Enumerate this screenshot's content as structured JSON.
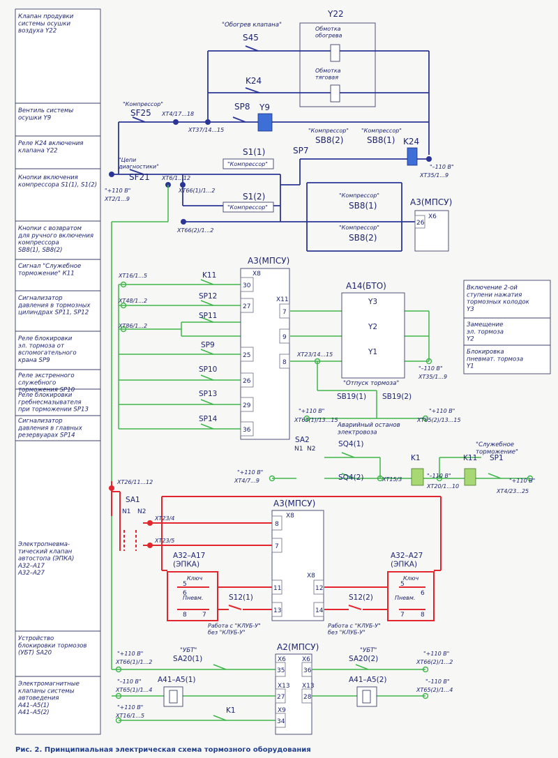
{
  "left_column": {
    "r0": "Клапан продувки\nсистемы осушки\nвоздуха Y22",
    "r1": "Вентиль системы\nосушки Y9",
    "r2": "Реле К24 включения\nклапана Y22",
    "r3": "Кнопки включения\nкомпрессора S1(1), S1(2)",
    "r4": "Кнопки с возвратом\nдля ручного включения\nкомпрессора\nSB8(1), SB8(2)",
    "r5": "Сигнал \"Служебное\nторможение\" К11",
    "r6": "Сигнализатор\nдавления в тормозных\nцилиндрах SP11, SP12",
    "r7": "Реле блокировки\nэл. тормоза от\nвспомогательного\nкрана SP9",
    "r8": "Реле экстренного\nслужебного\nторможения SP10",
    "r9": "Реле блокировки\nгребнесмазывателя\nпри торможении SP13",
    "r10": "Сигнализатор\nдавления в главных\nрезервуарах SP14",
    "r11": "Электропневма-\nтический клапан\nавтостопа (ЭПКА)\nА32–А17\nА32–А27",
    "r12": "Устройство\nблокировки тормозов\n(УБТ) SA20",
    "r13": "Электромагнитные\nклапаны системы\nавтоведения\nА41–А5(1)\nА41–А5(2)"
  },
  "right_legend": {
    "r0": "Включение 2-ой\nступени нажатия\nтормозных колодок\nY3",
    "r1": "Замещение\nэл. тормоза\nY2",
    "r2": "Блокировка\nпневмат. тормоза\nY1"
  },
  "q": {
    "obogrev": "\"Обогрев клапана\"",
    "kompressor": "\"Компрессор\"",
    "cepi": "\"Цепи\nдиагностики\"",
    "otpusk": "\"Отпуск тормоза\"",
    "sluzhebnoe": "\"Служебное\nторможение\"",
    "ubt": "\"УБТ\"",
    "klyuch": "Ключ",
    "pnevm": "Пневм.",
    "avar": "Аварийный останов\nэлектровоза",
    "rabota": "Работа с \"КЛУБ-У\"\nбез \"КЛУБ-У\""
  },
  "d": {
    "Y22": "Y22",
    "obm_obogr": "Обмотка\nобогрева",
    "obm_tyag": "Обмотка\nтяговая",
    "S45": "S45",
    "K24": "K24",
    "SP8": "SP8",
    "Y9": "Y9",
    "SF25": "SF25",
    "SF21": "SF21",
    "S1_1": "S1(1)",
    "S1_2": "S1(2)",
    "SP7": "SP7",
    "SB8_2": "SB8(2)",
    "SB8_1": "SB8(1)",
    "A3": "А3(МПСУ)",
    "A14": "А14(БТО)",
    "K11": "K11",
    "SP12": "SP12",
    "SP11": "SP11",
    "SP9": "SP9",
    "SP10": "SP10",
    "SP13": "SP13",
    "SP14": "SP14",
    "Y3": "Y3",
    "Y2": "Y2",
    "Y1": "Y1",
    "SB19_1": "SB19(1)",
    "SB19_2": "SB19(2)",
    "SA2": "SA2",
    "N1": "N1",
    "N2": "N2",
    "SQ4_1": "SQ4(1)",
    "SQ4_2": "SQ4(2)",
    "K1": "K1",
    "SP1": "SP1",
    "SA1": "SA1",
    "A32_A17": "А32–А17\n(ЭПКА)",
    "A32_A27": "А32–А27\n(ЭПКА)",
    "S12_1": "S12(1)",
    "S12_2": "S12(2)",
    "A2": "А2(МПСУ)",
    "SA20_1": "SA20(1)",
    "SA20_2": "SA20(2)",
    "A41_1": "А41–А5(1)",
    "A41_2": "А41–А5(2)"
  },
  "x": {
    "xt4_17": "ХТ4/17...18",
    "xt37": "ХТ37/14...15",
    "xt35a": "ХТ35/1...9",
    "xt2": "ХТ2/1...9",
    "xt6": "ХТ6/1...12",
    "xt66_1": "ХТ66(1)/1...2",
    "xt66_2": "ХТ66(2)/1...2",
    "xt16": "ХТ16/1...5",
    "xt48": "ХТ48/1...2",
    "xt86": "ХТ86/1...2",
    "xt23_14": "ХТ23/14...15",
    "xt35b": "ХТ35/1...9",
    "xt65_1a": "ХТ65(1)/13...15",
    "xt65_2a": "ХТ65(2)/13...15",
    "xt4_7": "ХТ4/7...9",
    "xt15": "ХТ15/3",
    "xt20": "ХТ20/1...10",
    "xt4_23": "ХТ4/23...25",
    "xt26": "ХТ26/11...12",
    "xt23_4": "ХТ23/4",
    "xt23_5": "ХТ23/5",
    "xt66_1b": "ХТ66(1)/1...2",
    "xt66_2b": "ХТ66(2)/1...2",
    "xt65_1b": "ХТ65(1)/1...4",
    "xt65_2b": "ХТ65(2)/1...4",
    "xt16b": "ХТ16/1...5"
  },
  "v": {
    "p110": "\"+110 В\"",
    "m110": "\"–110 В\""
  },
  "con": {
    "X8": "Х8",
    "X11": "Х11",
    "X6": "Х6",
    "X9": "Х9",
    "X13": "Х13"
  },
  "p": {
    "p26": "26",
    "p30": "30",
    "p27": "27",
    "p25": "25",
    "p26b": "26",
    "p29": "29",
    "p36": "36",
    "p7": "7",
    "p9": "9",
    "p8": "8",
    "e8": "8",
    "e7": "7",
    "e11": "11",
    "e13": "13",
    "e12": "12",
    "e14": "14",
    "k5": "5",
    "k6": "6",
    "k8": "8",
    "k7": "7",
    "m5": "5",
    "m6": "6",
    "m7": "7",
    "m8": "8",
    "b35": "35",
    "b36": "36",
    "b27": "27",
    "b28": "28",
    "b34": "34"
  },
  "caption": "Рис. 2. Принципиальная электрическая схема тормозного оборудования"
}
